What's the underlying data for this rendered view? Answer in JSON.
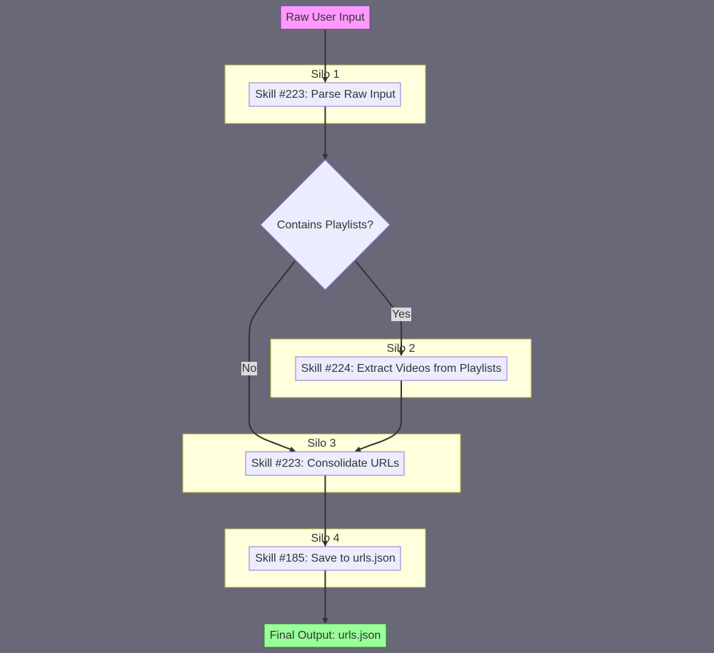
{
  "nodes": {
    "start": "Raw User Input",
    "parse": "Skill #223: Parse Raw Input",
    "decision": "Contains Playlists?",
    "extract": "Skill #224: Extract Videos from Playlists",
    "consolidate": "Skill #223: Consolidate URLs",
    "save": "Skill #185: Save to urls.json",
    "end": "Final Output: urls.json"
  },
  "silos": {
    "silo1": "Silo 1",
    "silo2": "Silo 2",
    "silo3": "Silo 3",
    "silo4": "Silo 4"
  },
  "edge_labels": {
    "yes": "Yes",
    "no": "No"
  },
  "colors": {
    "background": "#686878",
    "silo_fill": "#ffffde",
    "node_fill": "#ececff",
    "start_fill": "#ff99ff",
    "end_fill": "#99ff99"
  }
}
